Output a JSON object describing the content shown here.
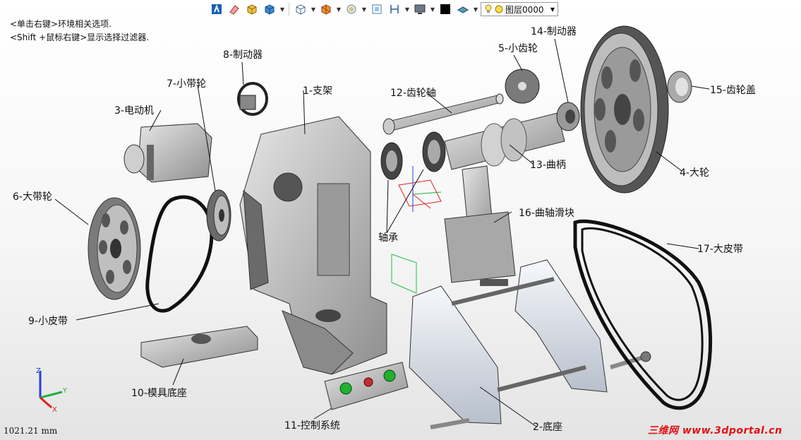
{
  "hints": {
    "line1": "<单击右键>环境相关选项.",
    "line2": "<Shift +鼠标右键>显示选择过滤器."
  },
  "toolbar": {
    "layer_value": "图层0000",
    "buttons": [
      "smart-assembly-icon",
      "eraser-icon",
      "shaded-cube-icon",
      "solid-cube-icon",
      "wireframe-cube-icon",
      "render-style-icon",
      "sphere-icon",
      "view-fit-icon",
      "measure-icon",
      "screen-icon",
      "color-icon",
      "texture-icon",
      "bulb-icon"
    ],
    "color_swatch": "#000000"
  },
  "labels": {
    "p1": "1-支架",
    "p2": "2-底座",
    "p3": "3-电动机",
    "p4": "4-大轮",
    "p5": "5-小齿轮",
    "p6": "6-大带轮",
    "p7": "7-小带轮",
    "p8": "8-制动器",
    "p9": "9-小皮带",
    "p10": "10-模具底座",
    "p11": "11-控制系统",
    "p12": "12-齿轮轴",
    "p13": "13-曲柄",
    "p14": "14-制动器",
    "p15": "15-齿轮盖",
    "p16": "16-曲轴滑块",
    "p17": "17-大皮带",
    "bearing": "轴承"
  },
  "axes": {
    "x": "X",
    "y": "Y",
    "z": "Z"
  },
  "scale_readout": "1021.21 mm",
  "watermark": "三维网 www.3dportal.cn",
  "colors": {
    "accent_red": "#e01010",
    "part_gray": "#b8b8b8",
    "part_dark": "#6e6e6e"
  }
}
